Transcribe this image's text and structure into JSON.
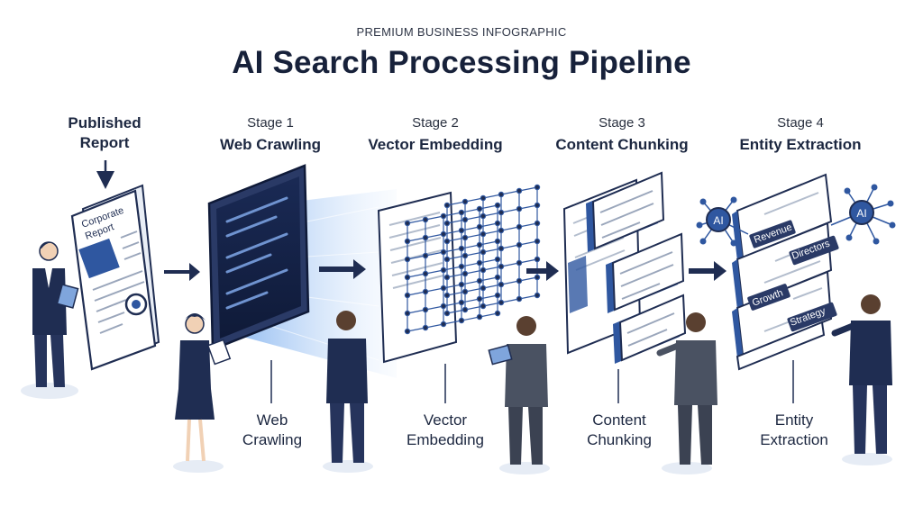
{
  "header": {
    "eyebrow": "PREMIUM BUSINESS INFOGRAPHIC",
    "title": "AI Search Processing Pipeline"
  },
  "source": {
    "heading_line1": "Published",
    "heading_line2": "Report",
    "document_text_line1": "Corporate",
    "document_text_line2": "Report"
  },
  "stages": [
    {
      "stage_label": "Stage 1",
      "name": "Web Crawling",
      "bottom_line1": "Web",
      "bottom_line2": "Crawling"
    },
    {
      "stage_label": "Stage 2",
      "name": "Vector Embedding",
      "bottom_line1": "Vector",
      "bottom_line2": "Embedding"
    },
    {
      "stage_label": "Stage 3",
      "name": "Content Chunking",
      "bottom_line1": "Content",
      "bottom_line2": "Chunking"
    },
    {
      "stage_label": "Stage 4",
      "name": "Entity Extraction",
      "bottom_line1": "Entity",
      "bottom_line2": "Extraction"
    }
  ],
  "entities": {
    "tags": [
      "Revenue",
      "Directors",
      "Growth",
      "Strategy"
    ],
    "ai_badge": "AI"
  },
  "colors": {
    "navy": "#1f2d52",
    "blue": "#2f57a0",
    "light_blue": "#dbe6f5",
    "accent": "#3a6fc4"
  }
}
